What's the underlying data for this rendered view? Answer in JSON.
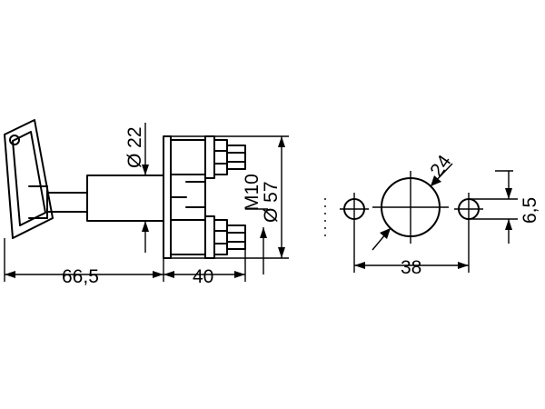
{
  "dimensions": {
    "total_length": "66,5",
    "body_length": "40",
    "shaft_diameter": "Ø 22",
    "body_diameter": "Ø 57",
    "thread": "M10",
    "hole_diameter": "24",
    "hole_spacing": "38",
    "slot_width": "6,5"
  }
}
